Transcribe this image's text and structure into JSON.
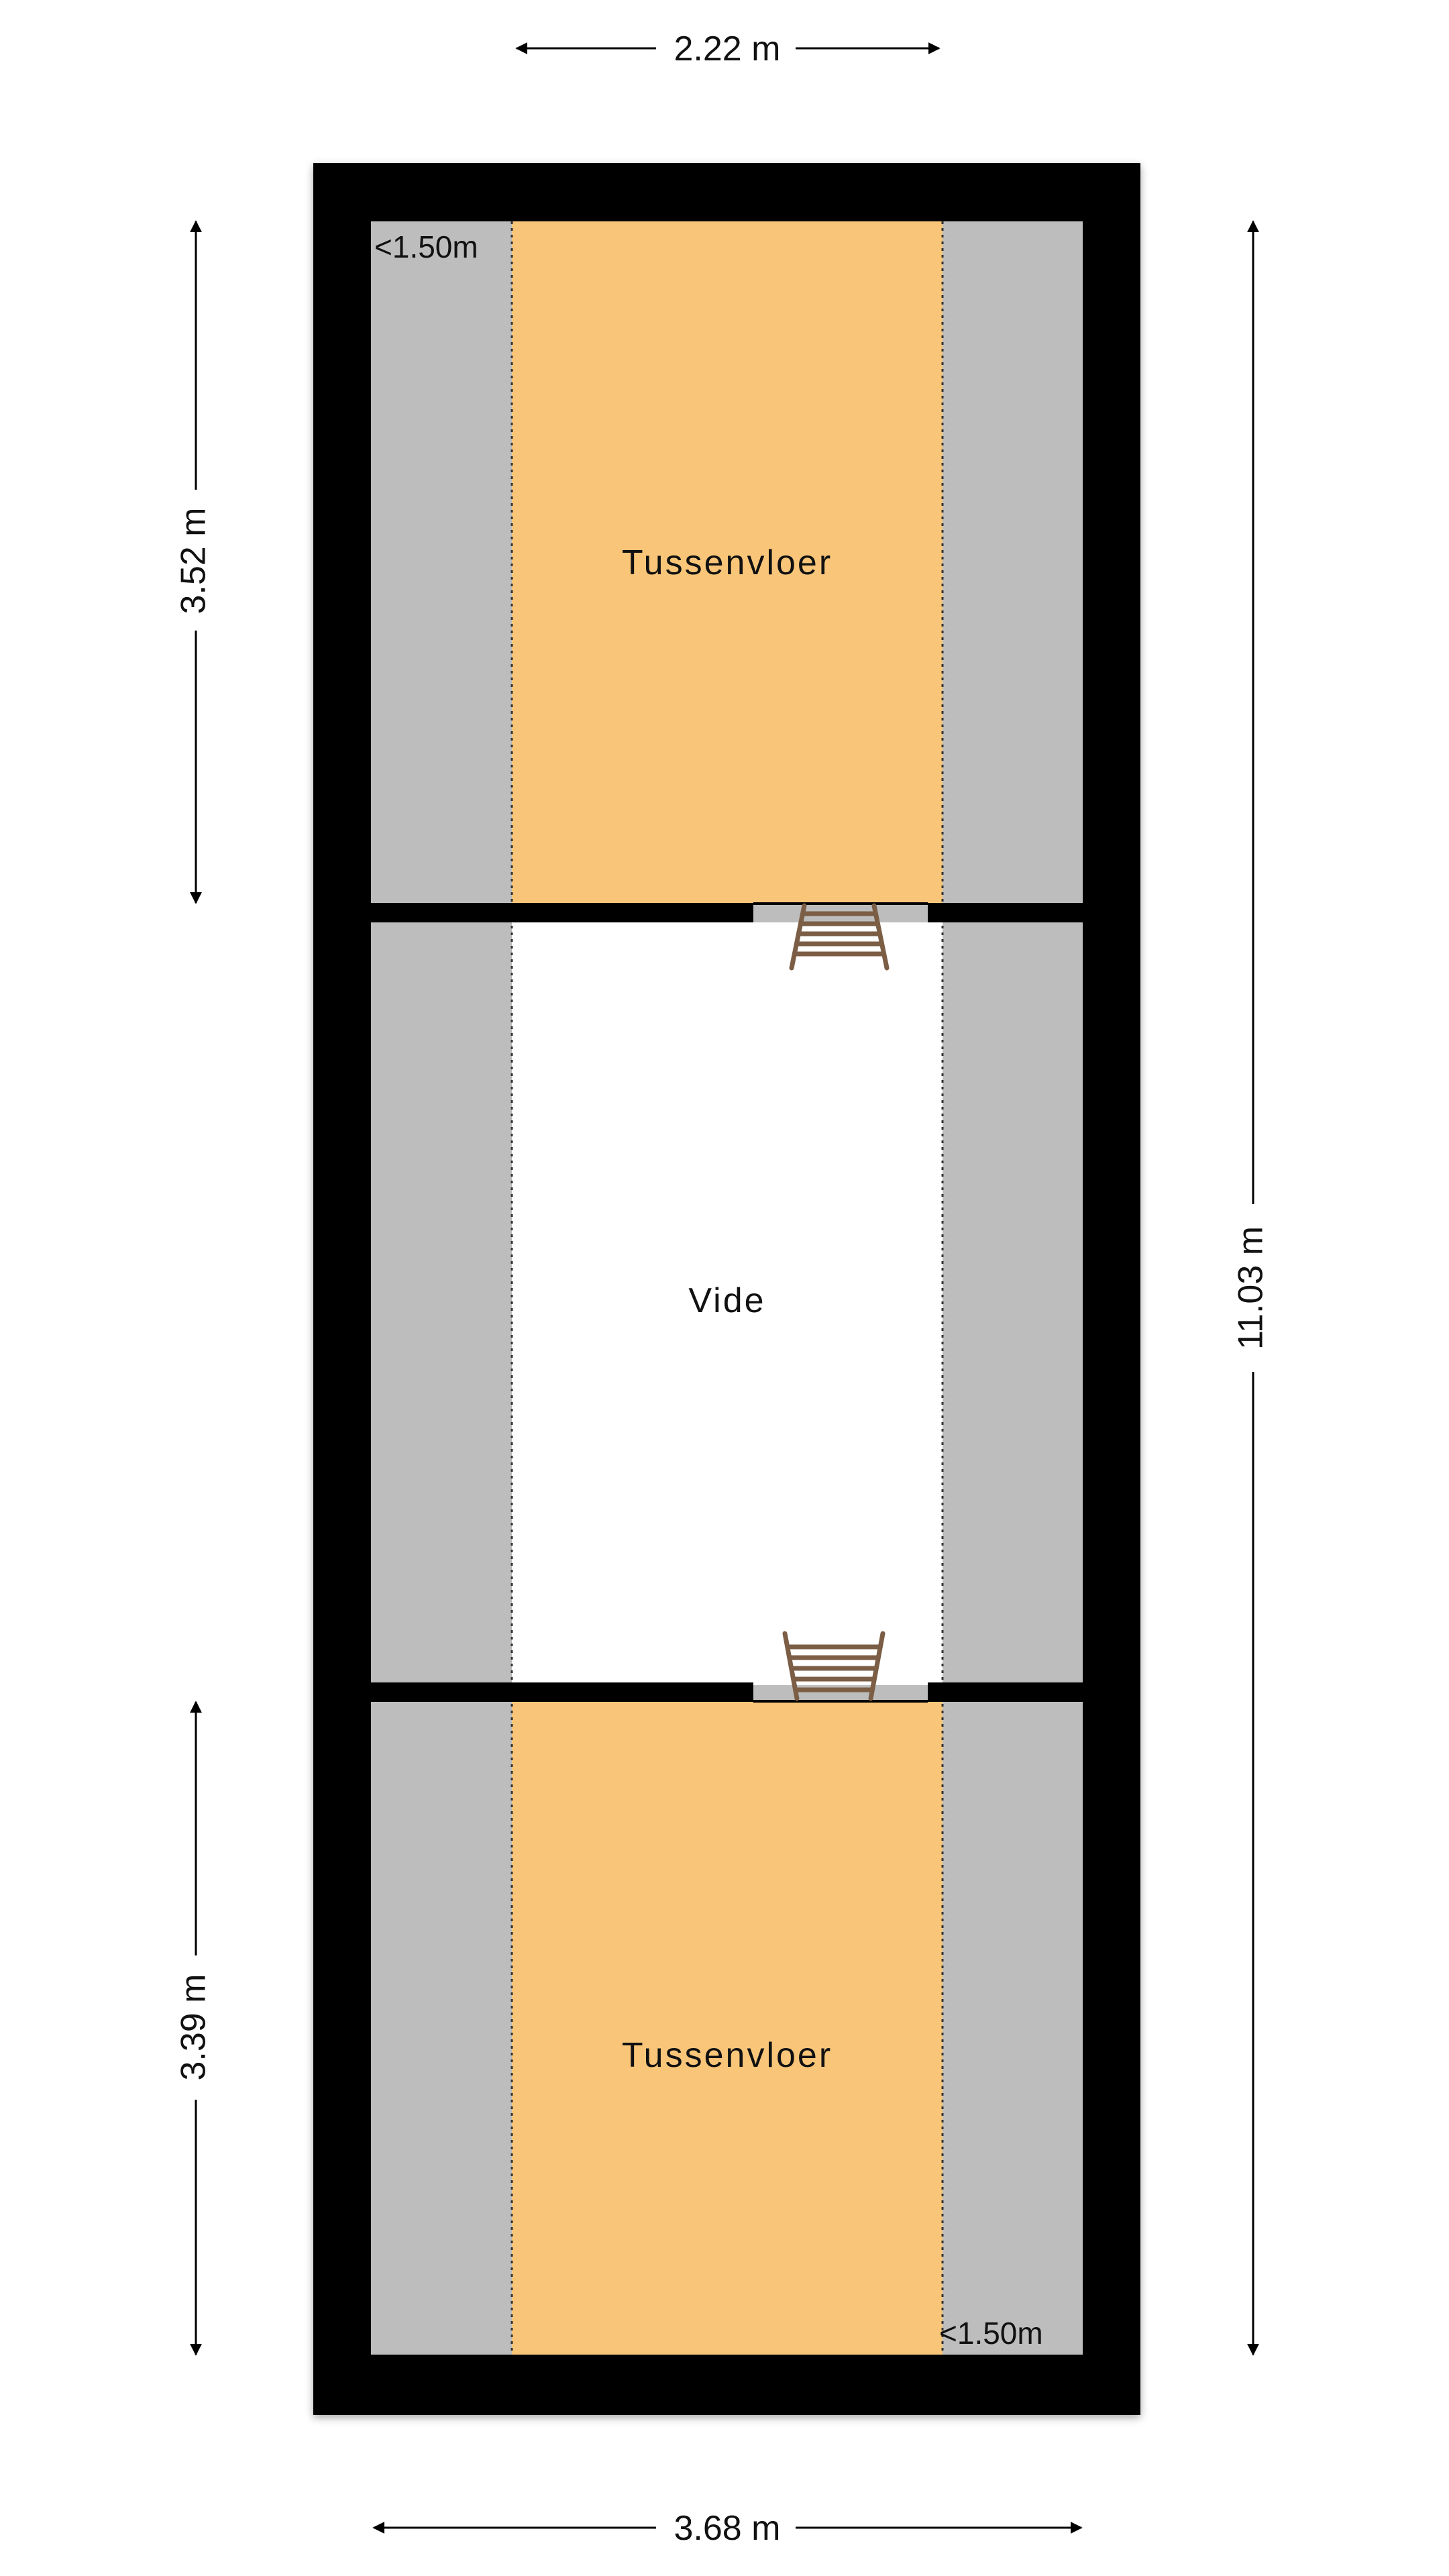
{
  "dimensions": {
    "top_width": "2.22 m",
    "bottom_width": "3.68 m",
    "total_height": "11.03 m",
    "upper_height": "3.52 m",
    "lower_height": "3.39 m"
  },
  "rooms": {
    "upper": "Tussenvloer",
    "middle": "Vide",
    "lower": "Tussenvloer"
  },
  "notes": {
    "top_left_height": "<1.50m",
    "bottom_right_height": "<1.50m"
  },
  "colors": {
    "wall": "#000000",
    "floor_area": "#F9C679",
    "low_ceiling_area": "#BDBDBD",
    "void": "#FFFFFF",
    "ladder": "#7B5E45"
  },
  "icons": [
    "ladder-icon",
    "ladder-icon"
  ]
}
